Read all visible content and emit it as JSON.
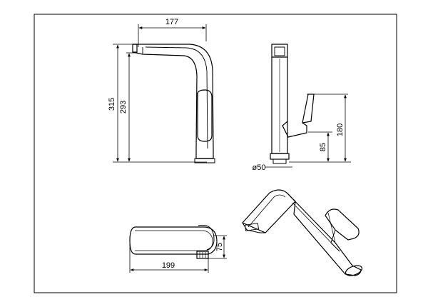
{
  "dimensions": {
    "top_width": "177",
    "total_height": "315",
    "spout_height": "293",
    "side_total_height": "180",
    "side_lever_height": "85",
    "base_diameter": "ø50",
    "plan_length": "199",
    "plan_width": "75"
  },
  "colors": {
    "line": "#000000",
    "background": "#ffffff"
  }
}
